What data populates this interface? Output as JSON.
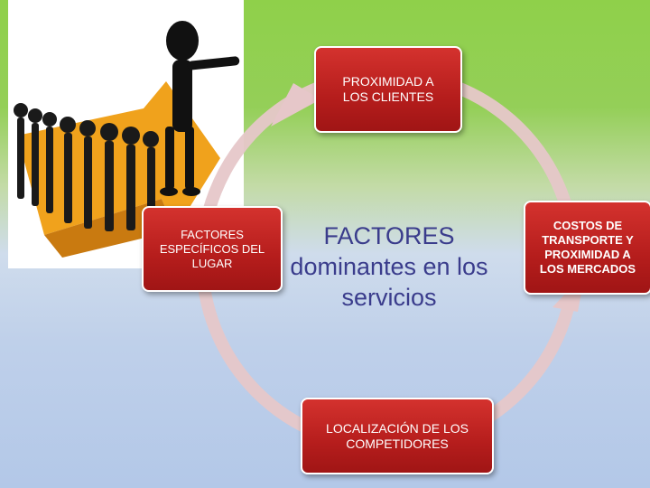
{
  "diagram": {
    "center_title_line1": "FACTORES",
    "center_title_line2": "dominantes en los",
    "center_title_line3": "servicios",
    "nodes": {
      "top": [
        "PROXIMIDAD A",
        "LOS CLIENTES"
      ],
      "right": [
        "COSTOS DE",
        "TRANSPORTE  Y",
        "PROXIMIDAD A",
        "LOS MERCADOS"
      ],
      "bottom": [
        "LOCALIZACIÓN DE LOS",
        "COMPETIDORES"
      ],
      "left": [
        "FACTORES",
        "ESPECÍFICOS DEL",
        "LUGAR"
      ]
    }
  },
  "colors": {
    "node_fill": "#c0221f",
    "cycle_ring": "#e6c7c9",
    "center_text": "#3a3c8c",
    "background_top": "#8fd04a",
    "background_bottom": "#b3c8e8"
  },
  "illustration": {
    "subject": "leader-stick-figure-pointing-with-followers-on-orange-arrow"
  }
}
